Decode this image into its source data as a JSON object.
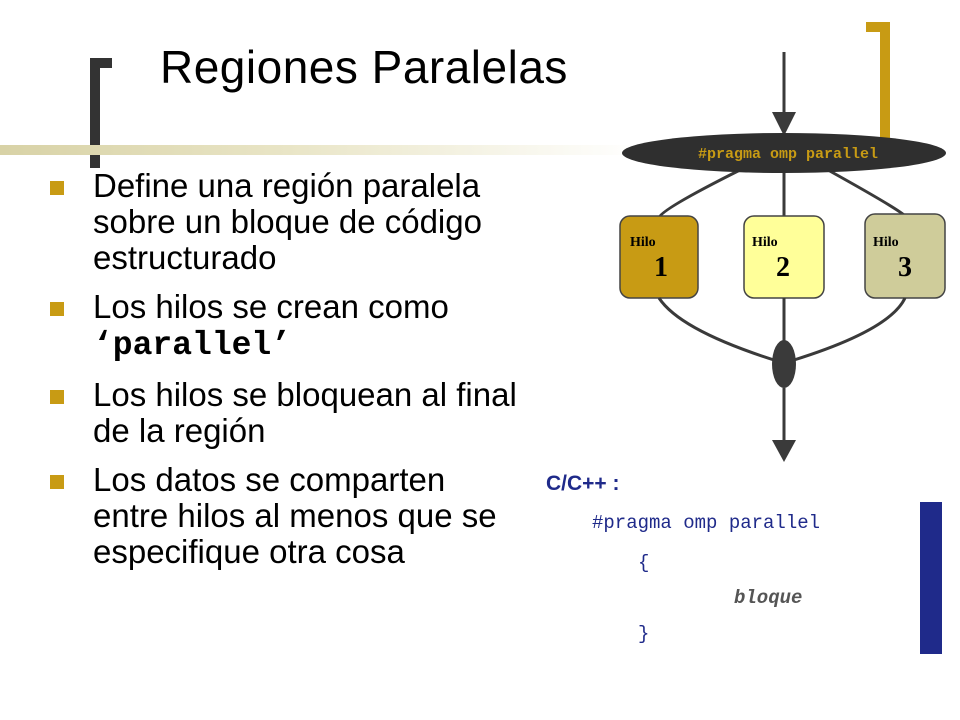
{
  "slide": {
    "title": "Regiones Paralelas",
    "accent_color": "#c89b14",
    "code_color": "#1f2a8a"
  },
  "bullets": [
    {
      "text": "Define una región paralela sobre un bloque de código estructurado"
    },
    {
      "prefix": "Los hilos se crean como ",
      "code": "‘parallel’"
    },
    {
      "text": "Los hilos se bloquean al final de la región"
    },
    {
      "text": "Los datos se comparten entre hilos al menos que se especifique otra cosa"
    }
  ],
  "diagram": {
    "pragma_label": "#pragma omp parallel",
    "threads": [
      {
        "label": "Hilo",
        "number": "1",
        "color": "#c89b14"
      },
      {
        "label": "Hilo",
        "number": "2",
        "color": "#ffff99"
      },
      {
        "label": "Hilo",
        "number": "3",
        "color": "#cfcc9a"
      }
    ]
  },
  "code": {
    "language": "C/C++ :",
    "lines": [
      "#pragma omp parallel",
      "{",
      "bloque",
      "}"
    ]
  }
}
